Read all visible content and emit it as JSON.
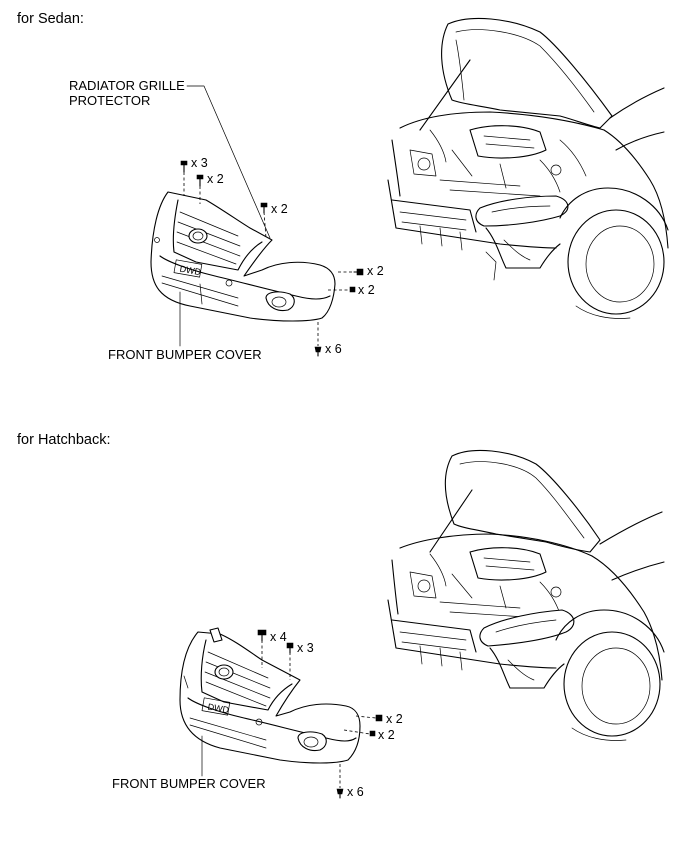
{
  "sedan": {
    "heading": "for Sedan:",
    "radiator_grille_protector_line1": "RADIATOR GRILLE",
    "radiator_grille_protector_line2": "PROTECTOR",
    "front_bumper_cover": "FRONT BUMPER COVER",
    "qty_top_clip": "x 3",
    "qty_top_screw": "x 2",
    "qty_grille_clip": "x 2",
    "qty_side_clip": "x 2",
    "qty_side_screw": "x 2",
    "qty_bottom_screw": "x 6"
  },
  "hatchback": {
    "heading": "for Hatchback:",
    "front_bumper_cover": "FRONT BUMPER COVER",
    "qty_top_bolt": "x 4",
    "qty_top_screw": "x 3",
    "qty_side_clip": "x 2",
    "qty_side_screw": "x 2",
    "qty_bottom_screw": "x 6"
  }
}
